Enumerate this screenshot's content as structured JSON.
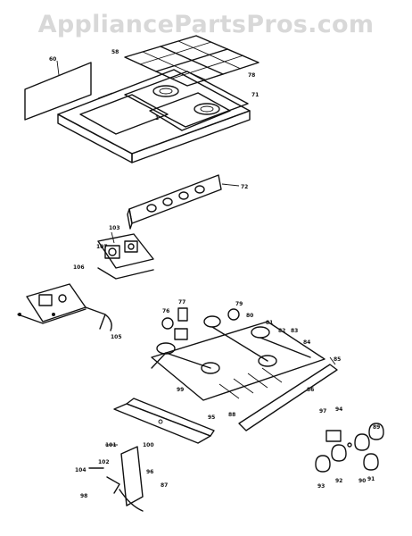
{
  "watermark": "AppliancePartsPros.com",
  "labels": {
    "l60": "60",
    "l58": "58",
    "l78": "78",
    "l71": "71",
    "l1": "1",
    "l72": "72",
    "l103": "103",
    "l107": "107",
    "l106": "106",
    "l105": "105",
    "l77": "77",
    "l76": "76",
    "l79": "79",
    "l80": "80",
    "l81": "81",
    "l82": "82",
    "l83": "83",
    "l84": "84",
    "l85": "85",
    "l99": "99",
    "l95": "95",
    "l88": "88",
    "l86": "86",
    "l97": "97",
    "l94": "94",
    "l89": "89",
    "l90": "90",
    "l92": "92",
    "l91": "91",
    "l93": "93",
    "l101": "101",
    "l100": "100",
    "l102": "102",
    "l104": "104",
    "l98": "98",
    "l96": "96",
    "l87": "87"
  }
}
